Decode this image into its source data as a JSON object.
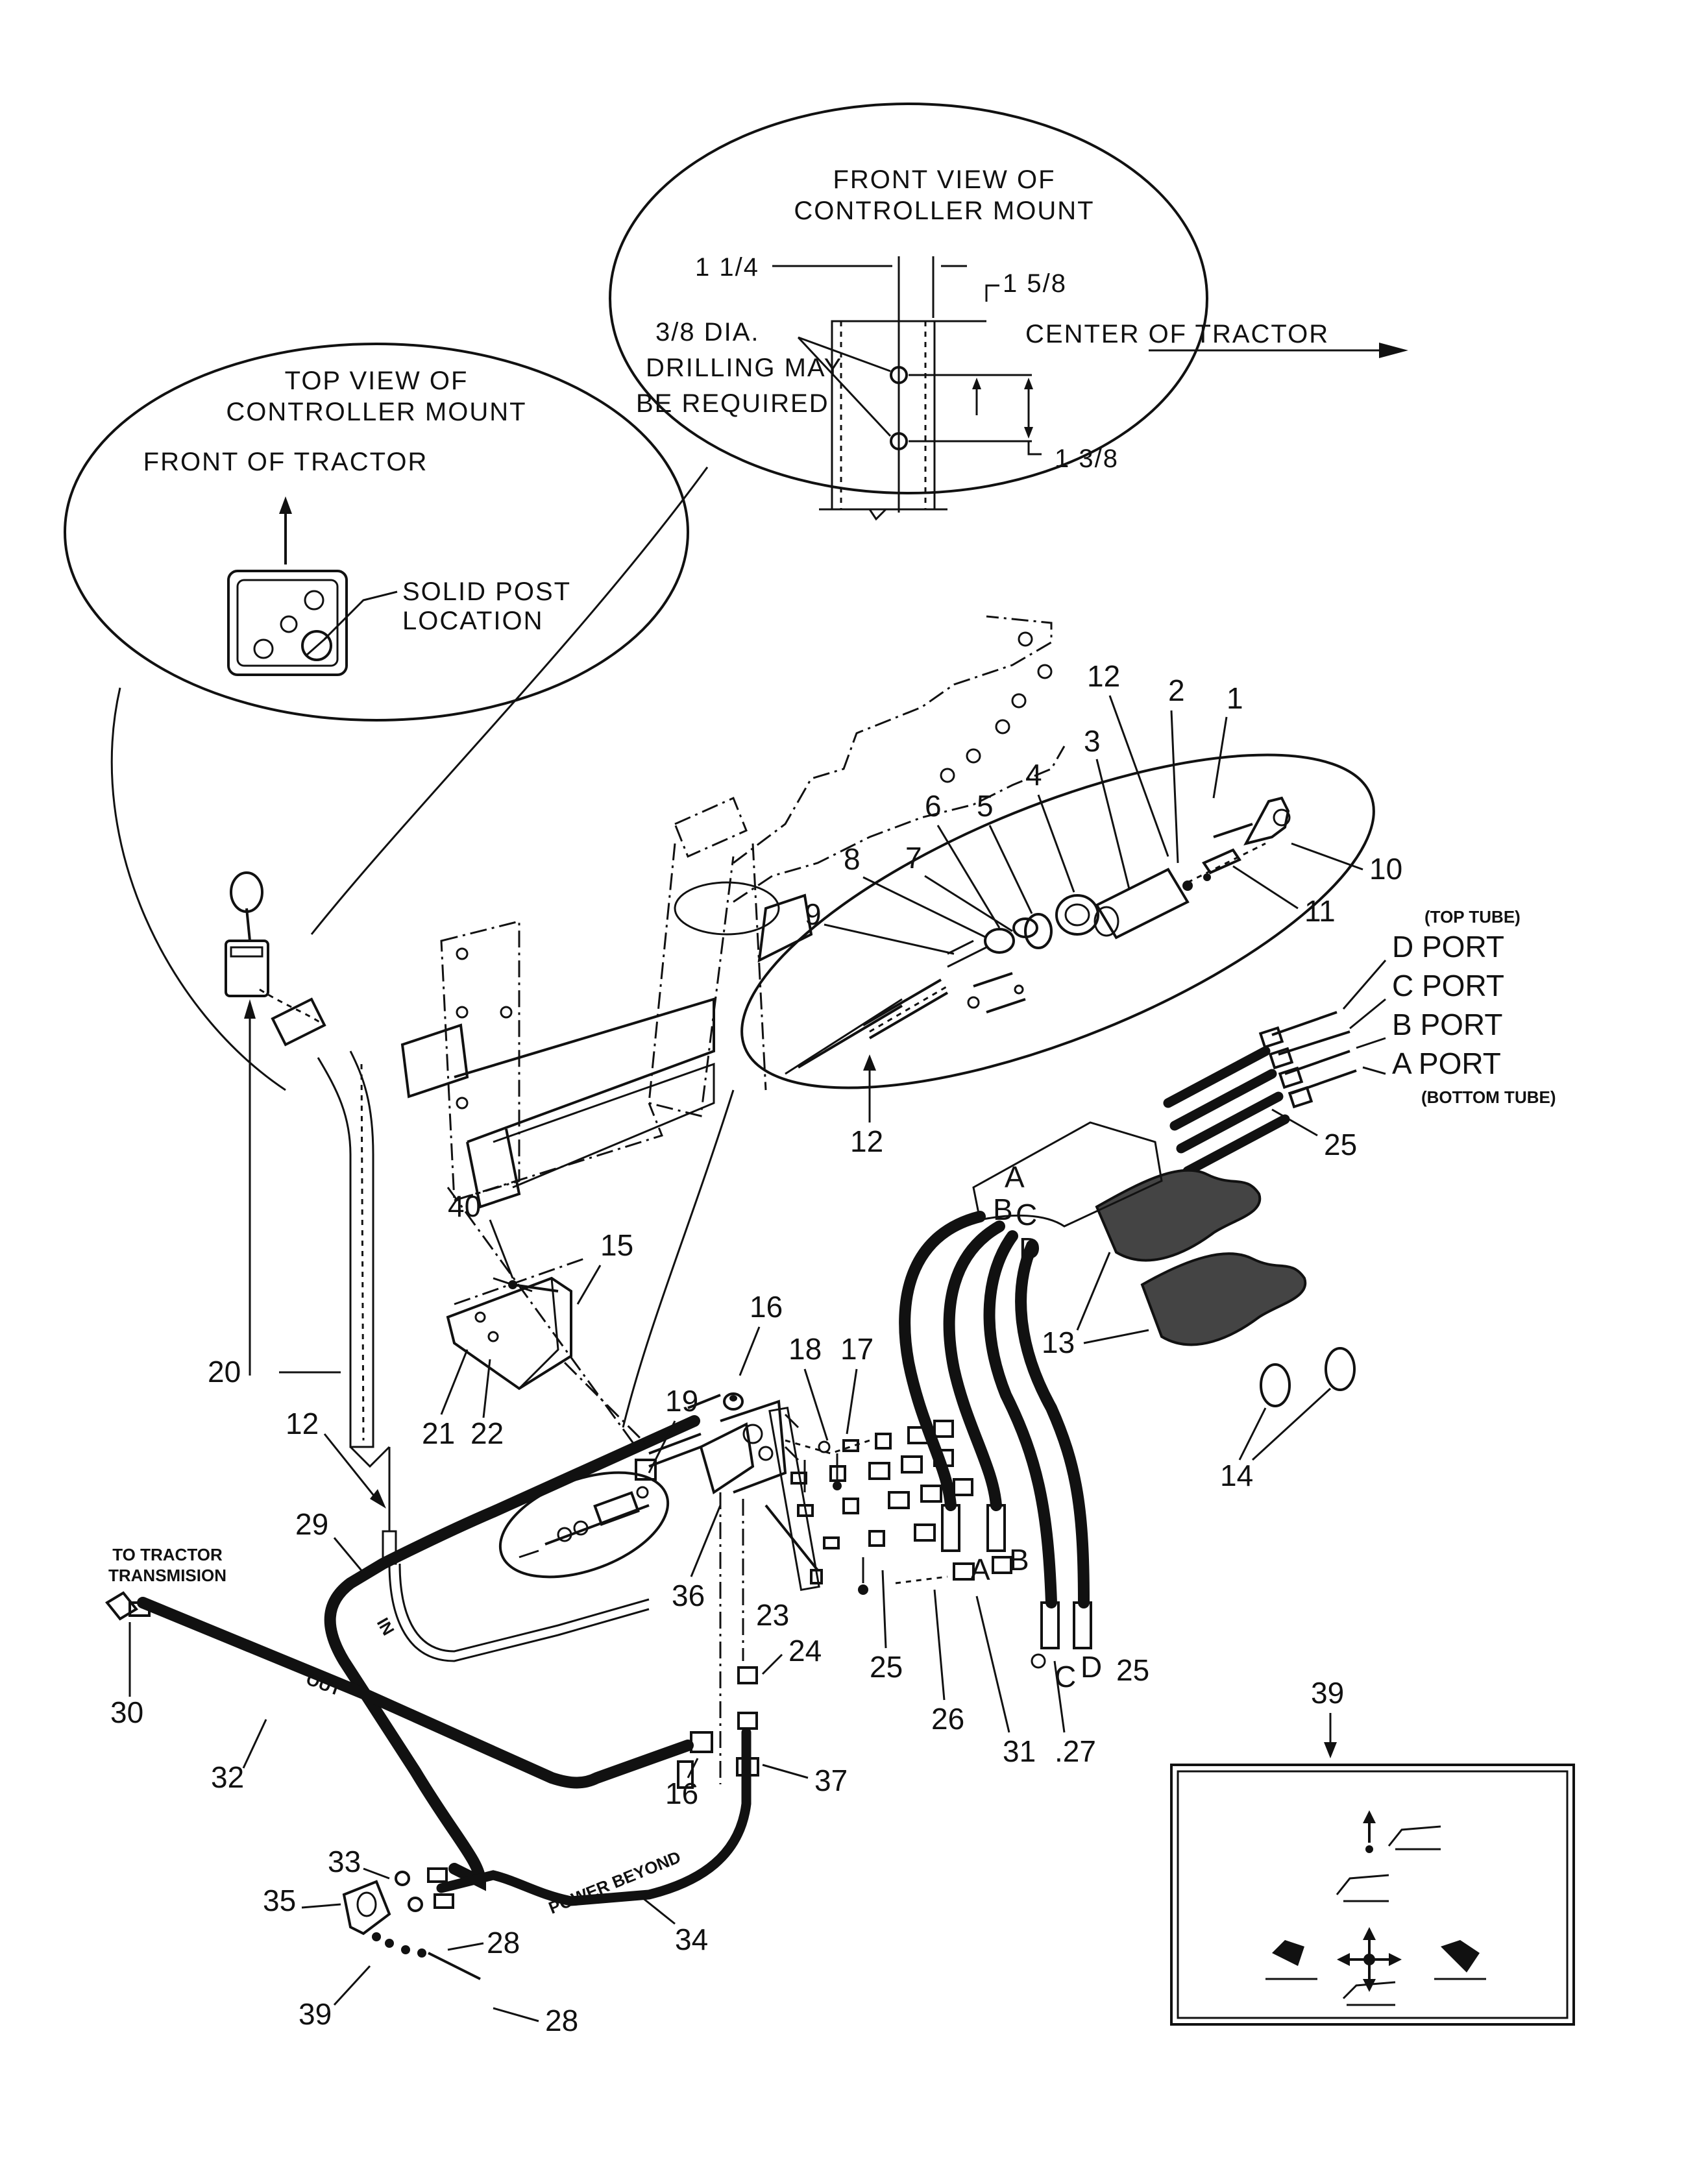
{
  "top_view": {
    "title_line1": "TOP VIEW OF",
    "title_line2": "CONTROLLER MOUNT",
    "front_of_tractor": "FRONT OF TRACTOR",
    "solid_post_line1": "SOLID POST",
    "solid_post_line2": "LOCATION"
  },
  "front_view": {
    "title_line1": "FRONT VIEW OF",
    "title_line2": "CONTROLLER MOUNT",
    "dim_1_1_4": "1 1/4",
    "dim_1_5_8": "1 5/8",
    "dim_1_3_8": "1 3/8",
    "dia_line1": "3/8 DIA.",
    "dia_line2": "DRILLING MAY",
    "dia_line3": "BE REQUIRED",
    "center_of_tractor": "CENTER OF TRACTOR"
  },
  "ports": {
    "top_tube": "(TOP TUBE)",
    "d_port": "D PORT",
    "c_port": "C PORT",
    "b_port": "B PORT",
    "a_port": "A PORT",
    "bottom_tube": "(BOTTOM TUBE)"
  },
  "hose_labels": {
    "to_tractor_line1": "TO TRACTOR",
    "to_tractor_line2": "TRANSMISION",
    "out": "OUT",
    "in": "IN",
    "power_beyond": "POWER BEYOND"
  },
  "letters": {
    "a1": "A",
    "b1": "B",
    "c1": "C",
    "d1": "D",
    "a2": "A",
    "b2": "B",
    "c2": "C",
    "d2": "D"
  },
  "callouts": {
    "n1": "1",
    "n2": "2",
    "n3": "3",
    "n4": "4",
    "n5": "5",
    "n6": "6",
    "n7": "7",
    "n8": "8",
    "n9": "9",
    "n10": "10",
    "n11": "11",
    "n12a": "12",
    "n12b": "12",
    "n12c": "12",
    "n13": "13",
    "n14": "14",
    "n15": "15",
    "n16a": "16",
    "n16b": "16",
    "n17": "17",
    "n18": "18",
    "n19": "19",
    "n20": "20",
    "n21": "21",
    "n22": "22",
    "n23": "23",
    "n24": "24",
    "n25a": "25",
    "n25b": "25",
    "n25c": "25",
    "n26": "26",
    "n27": ".27",
    "n28a": "28",
    "n28b": "28",
    "n29": "29",
    "n30": "30",
    "n31": "31",
    "n32": "32",
    "n33": "33",
    "n34": "34",
    "n35": "35",
    "n36": "36",
    "n37": "37",
    "n39a": "39",
    "n39b": "39",
    "n40": "40"
  }
}
